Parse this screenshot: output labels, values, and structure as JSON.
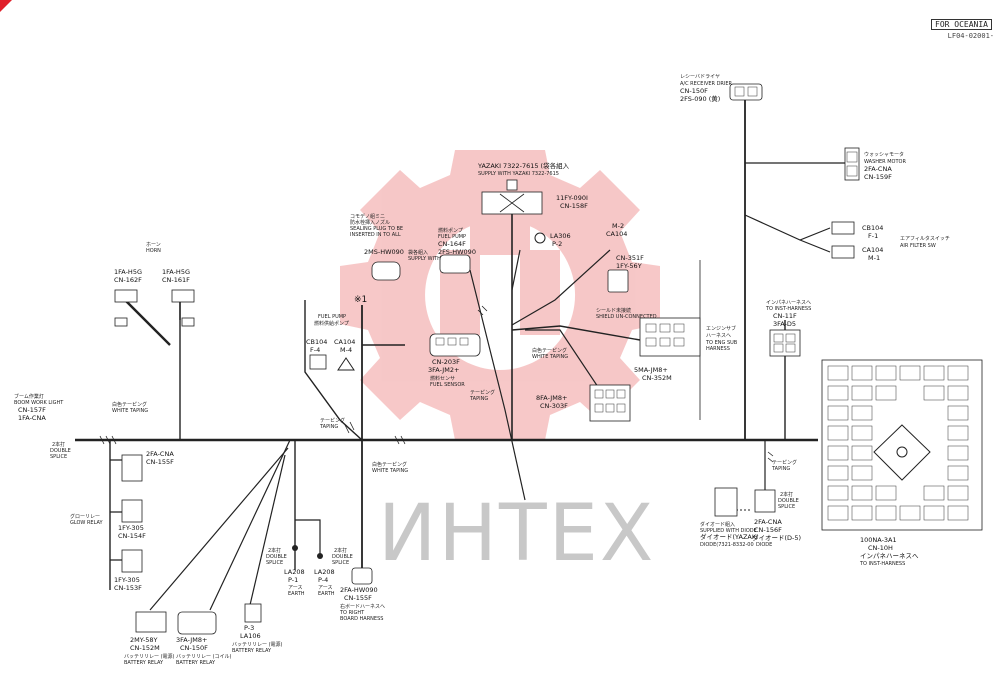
{
  "header": {
    "region_tag": "FOR OCEANIA",
    "drawing_code": "LF04-02001-"
  },
  "watermark": {
    "text": "ИНТЕХ",
    "color": "#e23b3b"
  },
  "marks": {
    "note_mark": "※1"
  },
  "labels": {
    "receiver_drier": [
      "レシーバドライヤ",
      "A/C RECEIVER DRIER",
      "CN-150F",
      "2FS-090 (黄)"
    ],
    "washer_motor": [
      "ウォッシャモータ",
      "WASHER MOTOR",
      "2FA-CNA",
      "CN-159F"
    ],
    "cb104_r": [
      "CB104",
      "F-1"
    ],
    "ca104_r": [
      "CA104",
      "M-1"
    ],
    "air_filter_sw": [
      "エアフィルタスイッチ",
      "AIR FILTER SW"
    ],
    "to_inst_harness_top": [
      "インパネハーネスへ",
      "TO INST-HARNESS"
    ],
    "cn11f": [
      "CN-11F",
      "3FA-D5"
    ],
    "cn10h": [
      "100NA-3A1",
      "CN-10H",
      "インパネハーネスへ",
      "TO INST-HARNESS"
    ],
    "yazaki": [
      "YAZAKI 7322-7615 (袋各組入",
      "SUPPLY WITH YAZAKI 7322-7615"
    ],
    "cn158f": [
      "11FY-090I",
      "CN-158F"
    ],
    "la306": [
      "LA306",
      "P-2"
    ],
    "ca104_mid": [
      "M-2",
      "CA104"
    ],
    "cn351f": [
      "CN-351F",
      "1FY-56Y"
    ],
    "shield_wire": [
      "シールド未接続",
      "SHIELD UN-CONNECTED"
    ],
    "engine_sub": [
      "エンジンサブ",
      "ハーネスへ",
      "TO ENG SUB",
      "HARNESS"
    ],
    "cn352m": [
      "5MA-JM8+",
      "CN-352M"
    ],
    "cn303f": [
      "8FA-JM8+",
      "CN-303F"
    ],
    "white_taping_1": [
      "白色テーピング",
      "WHITE TAPING"
    ],
    "taping_1": [
      "テーピング",
      "TAPING"
    ],
    "fuel_pump_center": [
      "燃料ポンプ",
      "FUEL PUMP",
      "CN-164F",
      "2FS-HW090"
    ],
    "plug": [
      "コモデノ組ミニ",
      "防水栓挿入ノズル",
      "SEALING PLUG TO BE",
      "INSERTED IN TO ALL"
    ],
    "cn2ms": [
      "2MS-HW090"
    ],
    "supply_with": [
      "袋各組入",
      "SUPPLY WITH"
    ],
    "fuel_pump_left": [
      "FUEL PUMP",
      "燃料供給ポンプ"
    ],
    "cb104_f4": [
      "CB104",
      "F-4"
    ],
    "ca104_m4": [
      "CA104",
      "M-4"
    ],
    "cn203f": [
      "CN-203F",
      "3FA-JM2+",
      "燃料センサ",
      "FUEL SENSOR"
    ],
    "horn": [
      "ホーン",
      "HORN"
    ],
    "horn_l": [
      "1FA-H5G",
      "CN-162F"
    ],
    "horn_r": [
      "1FA-H5G",
      "CN-161F"
    ],
    "boom_light": [
      "ブーム作業灯",
      "BOOM WORK LIGHT",
      "CN-157F",
      "1FA-CNA"
    ],
    "white_taping_2": [
      "白色テーピング",
      "WHITE TAPING"
    ],
    "splice_left": [
      "2本打",
      "DOUBLE",
      "SPLICE"
    ],
    "cn155f": [
      "2FA-CNA",
      "CN-155F"
    ],
    "glow_relay": [
      "グローリレー",
      "GLOW RELAY"
    ],
    "cn154f": [
      "1FY-305",
      "CN-154F"
    ],
    "cn153f": [
      "1FY-305",
      "CN-153F"
    ],
    "taping_2": [
      "テーピング",
      "TAPING"
    ],
    "white_taping_3": [
      "白色テーピング",
      "WHITE TAPING"
    ],
    "splice_la": [
      "2本打",
      "DOUBLE",
      "SPLICE"
    ],
    "la208_1": [
      "LA208",
      "P-1",
      "アース",
      "EARTH"
    ],
    "la208_2": [
      "LA208",
      "P-4",
      "アース",
      "EARTH"
    ],
    "splice_la2": [
      "2本打",
      "DOUBLE",
      "SPLICE"
    ],
    "cn152m": [
      "2MY-58Y",
      "CN-152M",
      "バッテリリレー (電源)",
      "BATTERY RELAY"
    ],
    "cn150f": [
      "3FA-JM8+",
      "CN-150F",
      "バッテリリレー (コイル)",
      "BATTERY RELAY"
    ],
    "la106": [
      "P-3",
      "LA106",
      "バッテリリレー (電源)",
      "BATTERY RELAY"
    ],
    "cn155f_bottom": [
      "2FA-HW090",
      "CN-155F",
      "右ボードハーネスへ",
      "TO RIGHT",
      "BOARD HARNESS"
    ],
    "diode": [
      "ダイオード組入",
      "SUPPLIED WITH DIODE",
      "ダイオード(YAZAKI",
      "DIODE(7321-8332-00"
    ],
    "cn156f": [
      "2FA-CNA",
      "CN-156F",
      "ダイオード(D-5)",
      "DIODE"
    ],
    "taping_3": [
      "テーピング",
      "TAPING"
    ],
    "splice_diode": [
      "2本打",
      "DOUBLE",
      "SPLICE"
    ]
  }
}
